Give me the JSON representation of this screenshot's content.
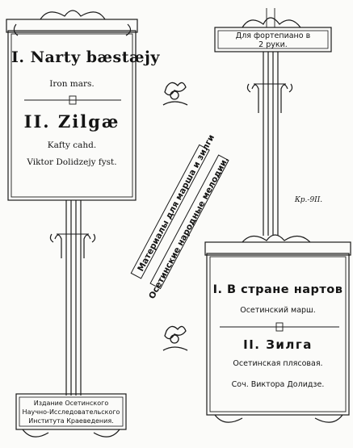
{
  "left_panel": {
    "title1": "I. Narty bæstæjy",
    "subtitle1": "Iron mars.",
    "title2": "II. Zilgæ",
    "subtitle2": "Kafty cahd.",
    "composer": "Viktor Dolidzejy fyst."
  },
  "left_bottom_plate": {
    "line1": "Издание Осетинского",
    "line2": "Научно-Исследовательского",
    "line3": "Института Краеведения."
  },
  "right_top_plate": {
    "line1": "Для фортепиано в",
    "line2": "2 руки."
  },
  "right_panel": {
    "title1": "I. В стране нартов",
    "subtitle1": "Осетинский марш.",
    "title2": "II. Зилга",
    "subtitle2": "Осетинская плясовая.",
    "composer": "Соч. Виктора Долидзе."
  },
  "center": {
    "line1": "Материалы для марша и зилги",
    "line2": "Осетинские народные мелодии."
  },
  "signature": "Кр.-9II."
}
